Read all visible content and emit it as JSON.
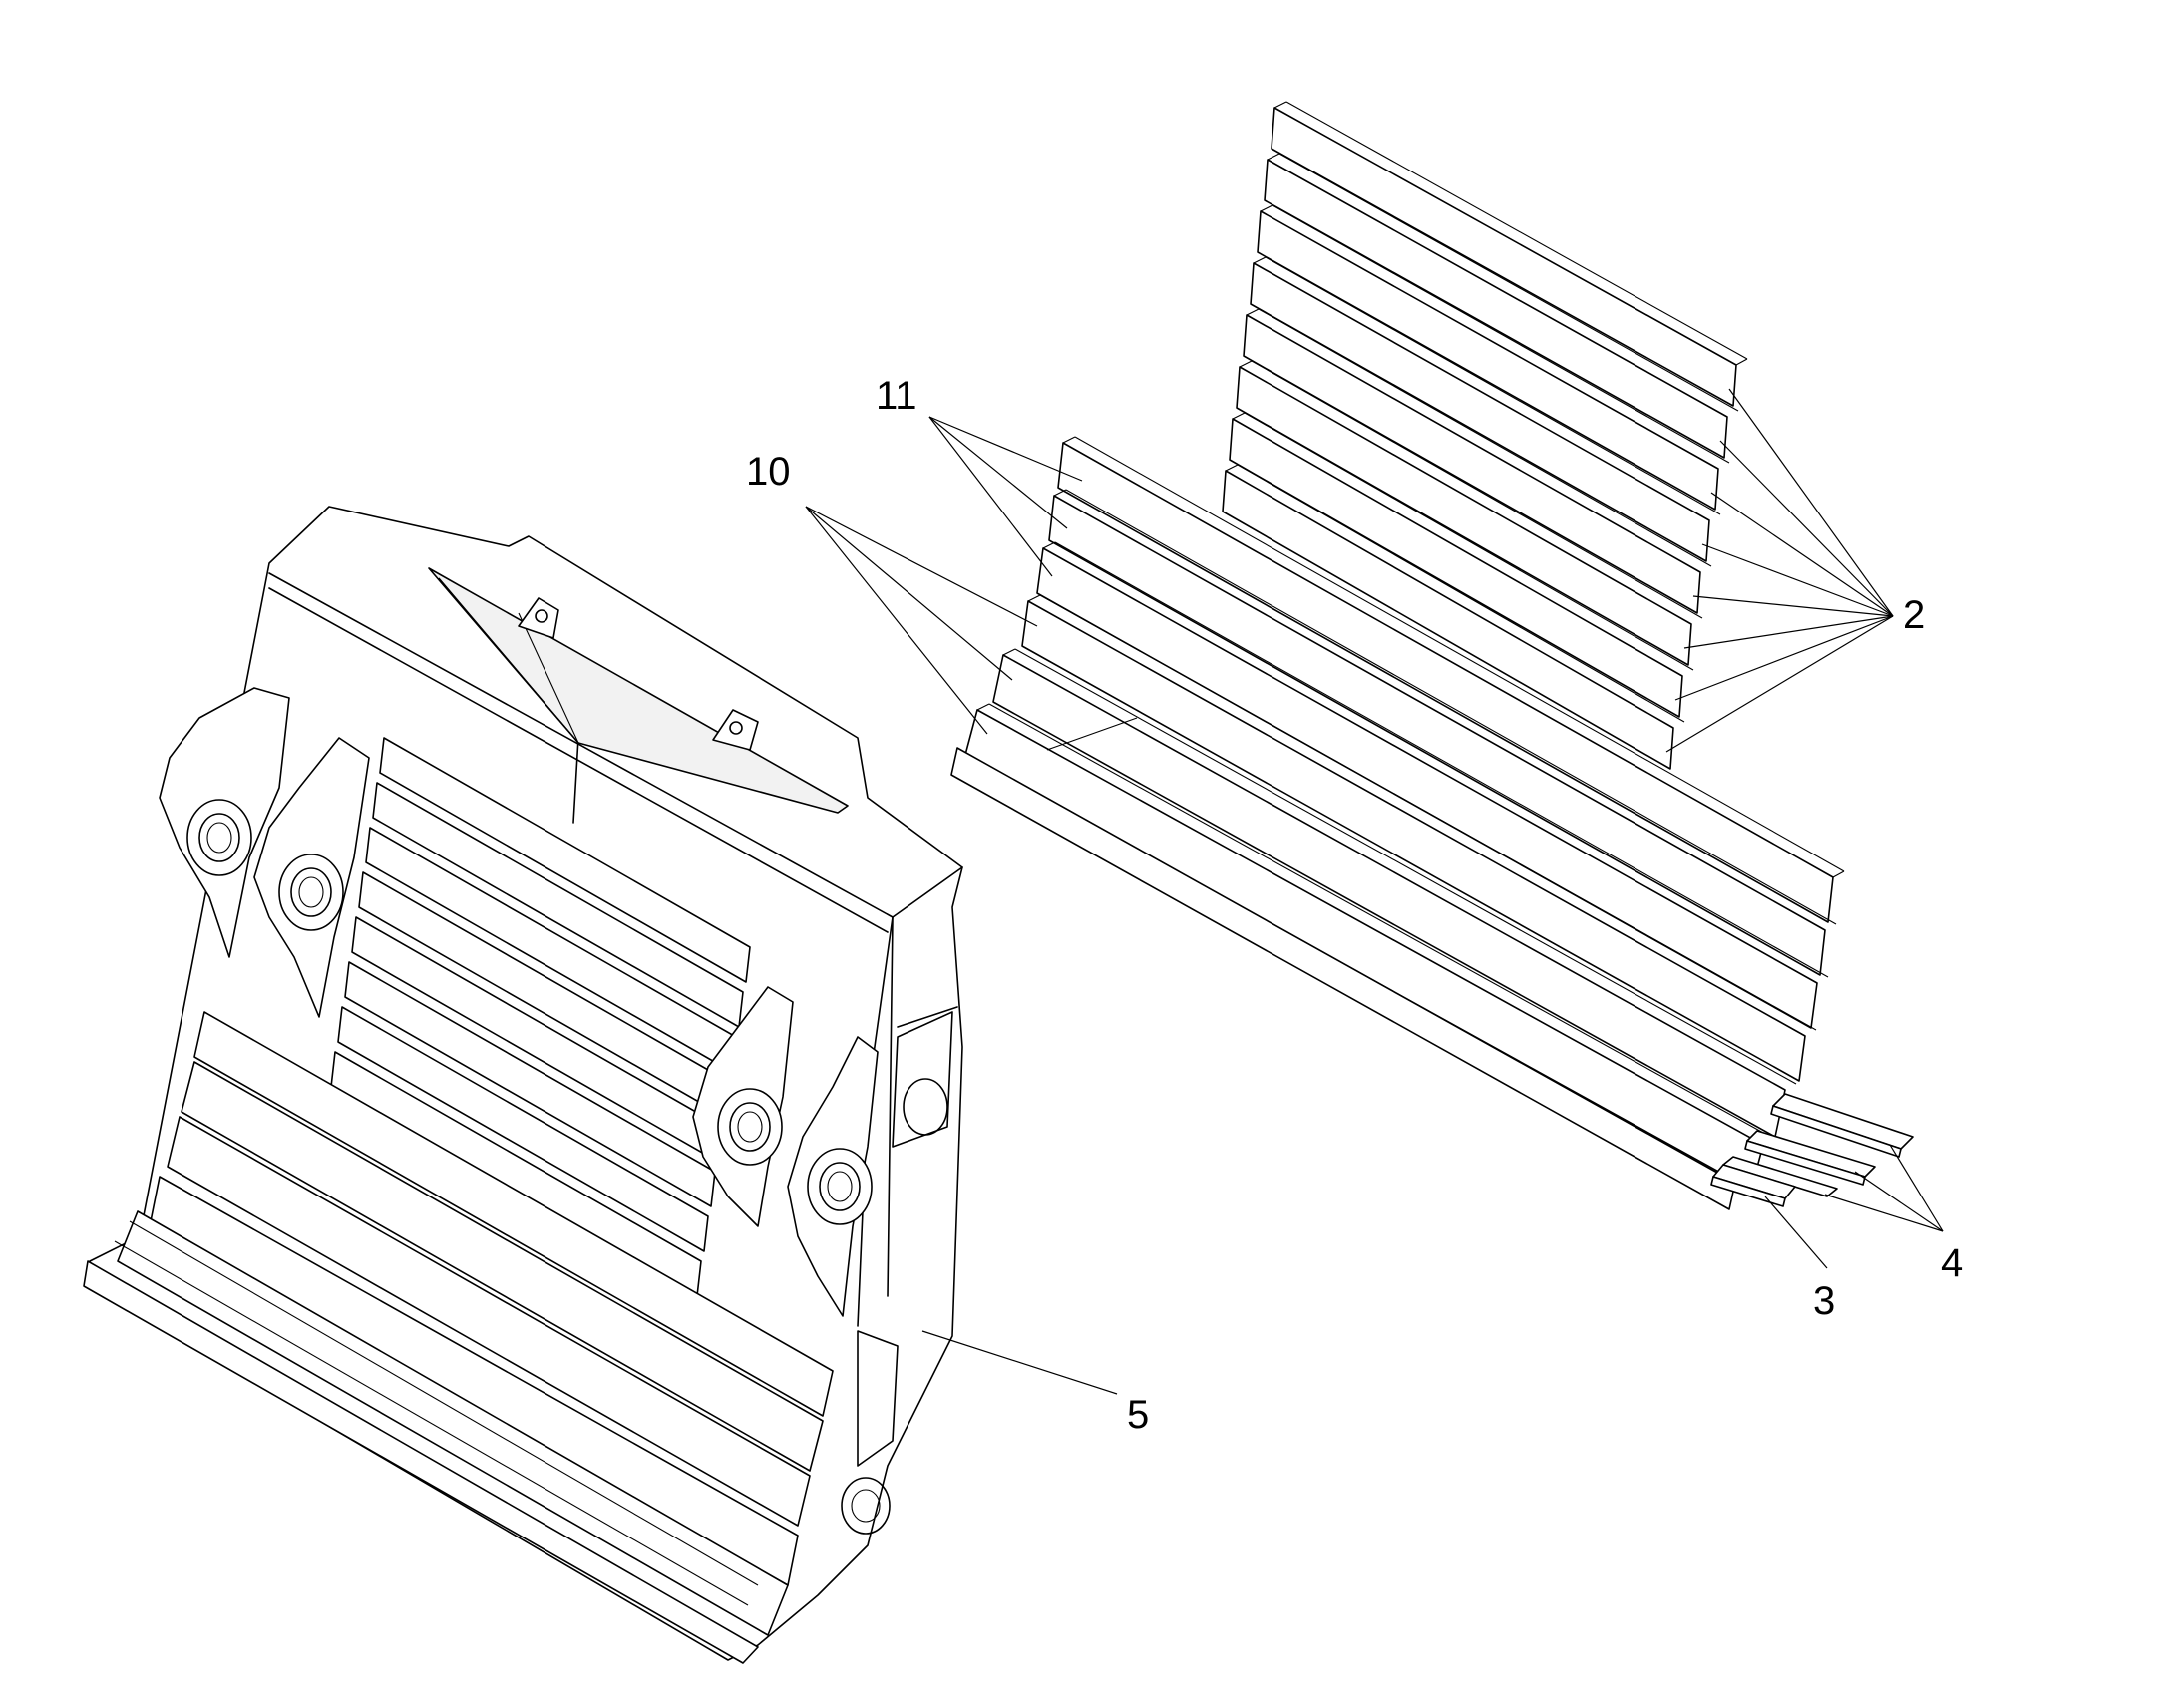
{
  "callouts": {
    "c2": "2",
    "c3": "3",
    "c4": "4",
    "c5": "5",
    "c10": "10",
    "c11": "11"
  },
  "colors": {
    "line": "#000000",
    "background": "#ffffff"
  }
}
